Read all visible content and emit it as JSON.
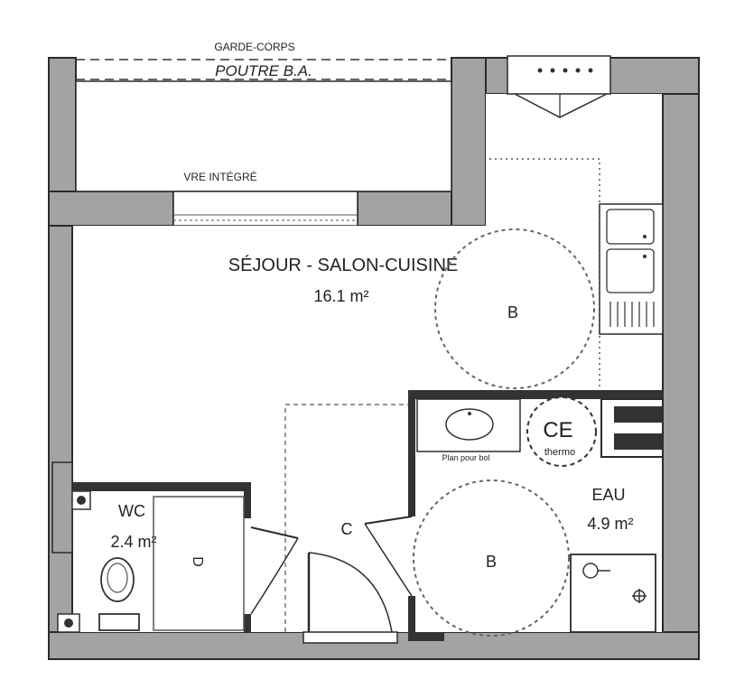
{
  "labels": {
    "garde_corps": "GARDE-CORPS",
    "poutre": "POUTRE B.A.",
    "vre": "VRE INTÉGRÉ",
    "sejour_name": "SÉJOUR - SALON-CUISINE",
    "sejour_area": "16.1 m²",
    "wc_name": "WC",
    "wc_area": "2.4 m²",
    "eau_name": "EAU",
    "eau_area": "4.9 m²",
    "plan_bol": "Plan pour bol",
    "ce": "CE",
    "thermo": "thermo",
    "b1": "B",
    "b2": "B",
    "c": "C",
    "d": "D"
  },
  "colors": {
    "wall_fill": "#9a9a9a",
    "wall_line": "#2b2b2b",
    "background": "#ffffff"
  },
  "icons": {
    "ventilation": "ventilation-grille-icon",
    "sink": "kitchen-sink-icon",
    "basin": "washbasin-icon",
    "toilet": "toilet-icon",
    "shower": "shower-tray-icon",
    "water_heater": "water-heater-ce-icon"
  }
}
